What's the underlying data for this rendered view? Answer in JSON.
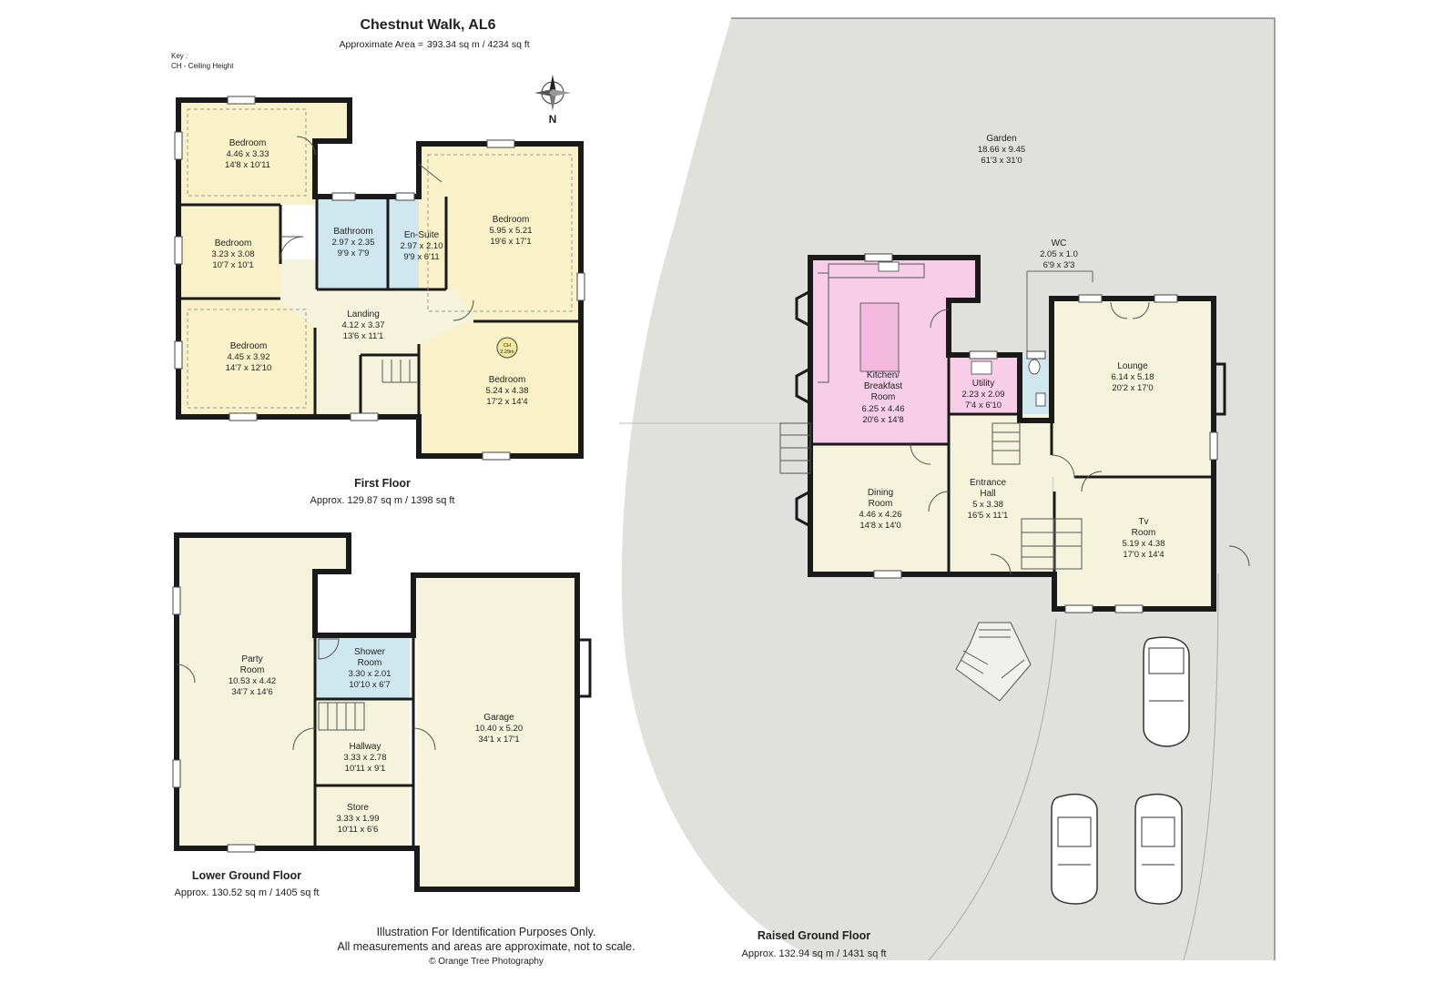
{
  "header": {
    "title": "Chestnut Walk, AL6",
    "area_label": "Approximate Area =",
    "area_value": "393.34 sq m / 4234 sq ft",
    "key_label": "Key :",
    "key_item": "CH - Ceiling Height"
  },
  "compass": {
    "label": "N",
    "icon": "compass-rose-icon"
  },
  "floors": {
    "first": {
      "name": "First Floor",
      "area": "Approx. 129.87 sq m / 1398 sq ft"
    },
    "lower": {
      "name": "Lower Ground Floor",
      "area": "Approx. 130.52 sq m / 1405 sq ft"
    },
    "raised": {
      "name": "Raised Ground Floor",
      "area": "Approx. 132.94 sq m / 1431 sq ft"
    }
  },
  "rooms": {
    "first_bedroom_1": {
      "name": "Bedroom",
      "m": "4.46 x 3.33",
      "ft": "14'8 x 10'11"
    },
    "first_bedroom_2": {
      "name": "Bedroom",
      "m": "3.23 x 3.08",
      "ft": "10'7 x 10'1"
    },
    "first_bedroom_3": {
      "name": "Bedroom",
      "m": "4.45 x 3.92",
      "ft": "14'7 x 12'10"
    },
    "first_bathroom": {
      "name": "Bathroom",
      "m": "2.97 x 2.35",
      "ft": "9'9 x 7'9"
    },
    "first_ensuite": {
      "name": "En-Suite",
      "m": "2.97 x 2.10",
      "ft": "9'9 x 6'11"
    },
    "first_bedroom_4": {
      "name": "Bedroom",
      "m": "5.95 x 5.21",
      "ft": "19'6 x 17'1"
    },
    "first_landing": {
      "name": "Landing",
      "m": "4.12 x 3.37",
      "ft": "13'6 x 11'1"
    },
    "first_bedroom_5": {
      "name": "Bedroom",
      "m": "5.24 x 4.38",
      "ft": "17'2 x 14'4"
    },
    "first_ch_badge": {
      "line1": "CH",
      "line2": "2.29m"
    },
    "lower_party": {
      "name": "Party",
      "name2": "Room",
      "m": "10.53 x 4.42",
      "ft": "34'7 x 14'6"
    },
    "lower_shower": {
      "name": "Shower",
      "name2": "Room",
      "m": "3.30 x 2.01",
      "ft": "10'10 x 6'7"
    },
    "lower_hallway": {
      "name": "Hallway",
      "m": "3.33 x 2.78",
      "ft": "10'11 x 9'1"
    },
    "lower_store": {
      "name": "Store",
      "m": "3.33 x 1.99",
      "ft": "10'11 x 6'6"
    },
    "lower_garage": {
      "name": "Garage",
      "m": "10.40 x 5.20",
      "ft": "34'1 x 17'1"
    },
    "raised_garden": {
      "name": "Garden",
      "m": "18.66 x 9.45",
      "ft": "61'3 x 31'0"
    },
    "raised_wc": {
      "name": "WC",
      "m": "2.05 x 1.0",
      "ft": "6'9 x 3'3"
    },
    "raised_kitchen": {
      "name": "Kitchen/",
      "name2": "Breakfast",
      "name3": "Room",
      "m": "6.25 x 4.46",
      "ft": "20'6 x 14'8"
    },
    "raised_utility": {
      "name": "Utility",
      "m": "2.23 x 2.09",
      "ft": "7'4 x 6'10"
    },
    "raised_lounge": {
      "name": "Lounge",
      "m": "6.14 x 5.18",
      "ft": "20'2 x 17'0"
    },
    "raised_dining": {
      "name": "Dining",
      "name2": "Room",
      "m": "4.46 x 4.26",
      "ft": "14'8 x 14'0"
    },
    "raised_hall": {
      "name": "Entrance",
      "name2": "Hall",
      "m": "5 x 3.38",
      "ft": "16'5 x 11'1"
    },
    "raised_tv": {
      "name": "Tv",
      "name2": "Room",
      "m": "5.19 x 4.38",
      "ft": "17'0 x 14'4"
    }
  },
  "footer": {
    "line1": "Illustration For Identification Purposes Only.",
    "line2": "All measurements and areas are approximate, not to scale.",
    "credit": "© Orange Tree Photography"
  },
  "colors": {
    "bedroom": "#f9f2c8",
    "circulation": "#f5f3dc",
    "wet_room": "#cfe8ef",
    "kitchen": "#f7cde8",
    "garden": "#e0e0dc",
    "wall": "#1a1a1a"
  }
}
